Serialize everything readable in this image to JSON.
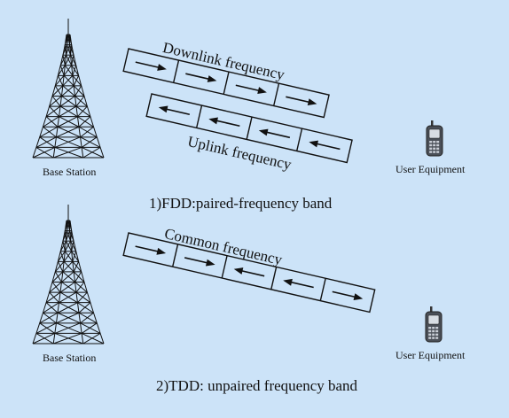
{
  "fdd": {
    "base_station_label": "Base Station",
    "user_equipment_label": "User Equipment",
    "downlink_label": "Downlink frequency",
    "uplink_label": "Uplink frequency",
    "caption": "1)FDD:paired-frequency band",
    "downlink_arrows": [
      "right",
      "right",
      "right",
      "right"
    ],
    "uplink_arrows": [
      "left",
      "left",
      "left",
      "left"
    ]
  },
  "tdd": {
    "base_station_label": "Base Station",
    "user_equipment_label": "User Equipment",
    "common_label": "Common frequency",
    "caption": "2)TDD: unpaired frequency band",
    "common_arrows": [
      "right",
      "right",
      "left",
      "left",
      "right"
    ]
  },
  "colors": {
    "background": "#cce3f8",
    "stroke": "#111111"
  }
}
